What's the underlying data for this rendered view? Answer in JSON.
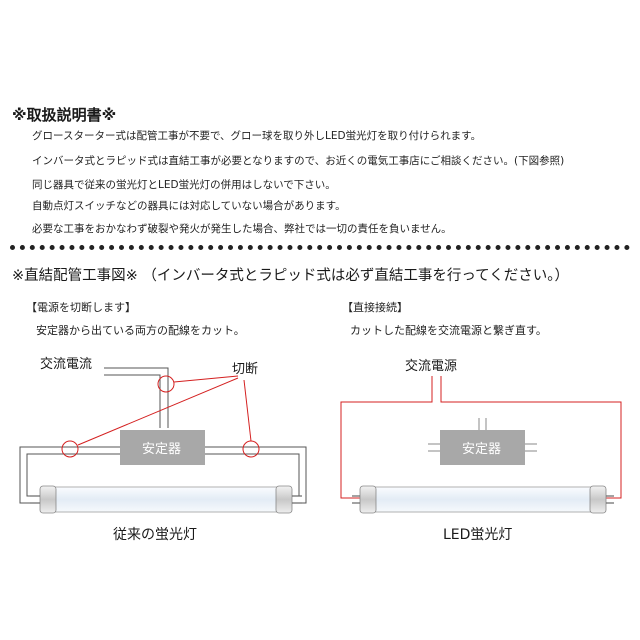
{
  "manual": {
    "title": "※取扱説明書※",
    "lines": [
      "グロースターター式は配管工事が不要で、グロー球を取り外しLED蛍光灯を取り付けられます。",
      "インバータ式とラピッド式は直結工事が必要となりますので、お近くの電気工事店にご相談ください。(下図参照)",
      "同じ器具で従来の蛍光灯とLED蛍光灯の併用はしないで下さい。",
      "自動点灯スイッチなどの器具には対応していない場合があります。",
      "必要な工事をおかなわず破裂や発火が発生した場合、弊社では一切の責任を負いません。"
    ]
  },
  "wiring": {
    "title": "※直結配管工事図※ （インバータ式とラピッド式は必ず直結工事を行ってください。）",
    "left": {
      "heading": "【電源を切断します】",
      "instruction": "安定器から出ている両方の配線をカット。",
      "ac_label": "交流電流",
      "cut_label": "切断",
      "ballast_label": "安定器",
      "caption": "従来の蛍光灯"
    },
    "right": {
      "heading": "【直接接続】",
      "instruction": "カットした配線を交流電源と繋ぎ直す。",
      "ac_label": "交流電源",
      "ballast_label": "安定器",
      "caption": "LED蛍光灯"
    }
  },
  "colors": {
    "wire_red": "#d42020",
    "ballast_fill": "#a8a8a8",
    "tube_fill": "#eef3f8"
  }
}
